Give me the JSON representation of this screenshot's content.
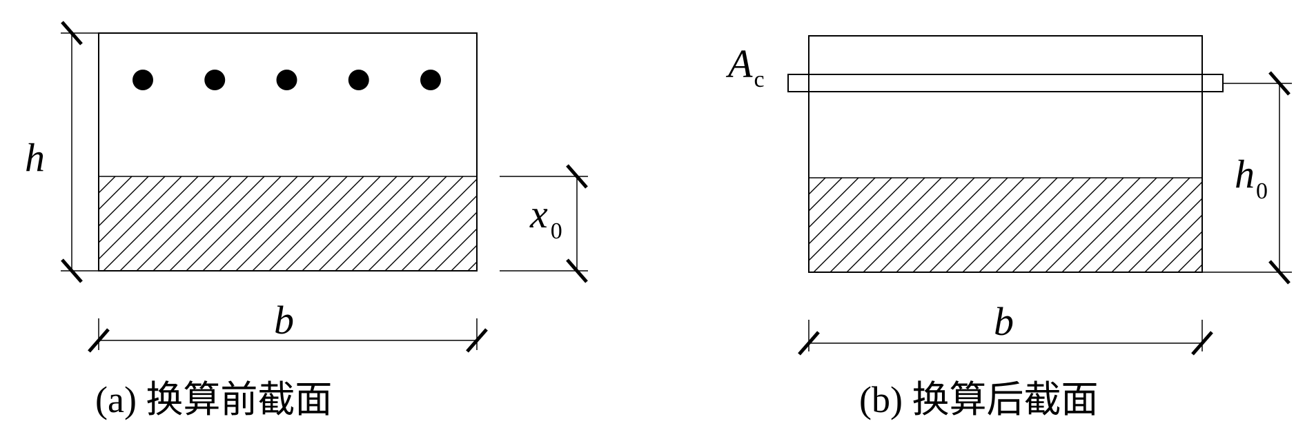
{
  "panel_a": {
    "caption": "(a) 换算前截面",
    "width_label": "b",
    "height_label": "h",
    "depth_label": "x",
    "depth_subscript": "0",
    "rebar_count": 5
  },
  "panel_b": {
    "caption": "(b) 换算后截面",
    "width_label": "b",
    "height_label": "h",
    "height_subscript": "0",
    "area_label": "A",
    "area_subscript": "c"
  },
  "colors": {
    "ink": "#000000",
    "paper": "#ffffff"
  }
}
